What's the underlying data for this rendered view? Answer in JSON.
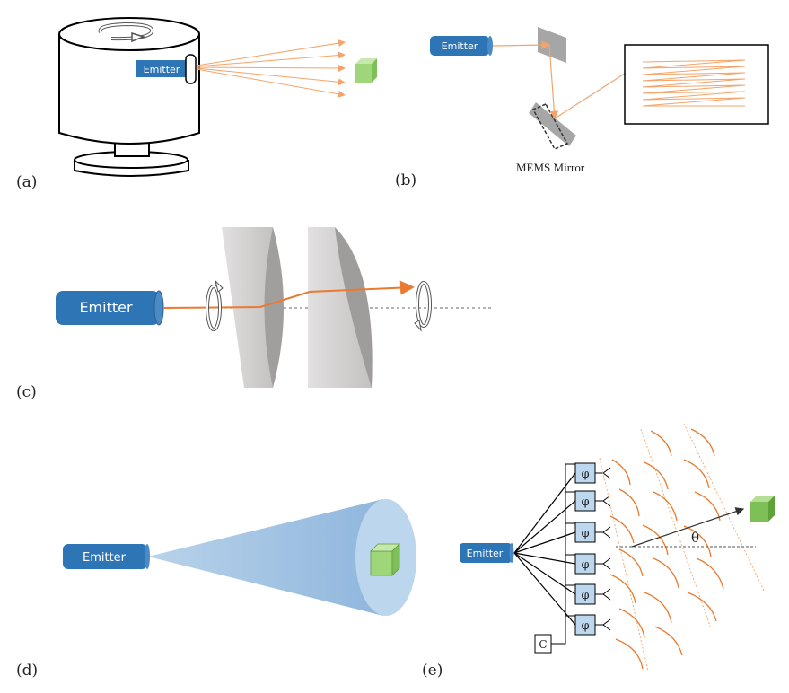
{
  "panels": {
    "a": {
      "label": "(a)",
      "emitter": "Emitter"
    },
    "b": {
      "label": "(b)",
      "emitter": "Emitter",
      "mirror_caption": "MEMS Mirror"
    },
    "c": {
      "label": "(c)",
      "emitter": "Emitter"
    },
    "d": {
      "label": "(d)",
      "emitter": "Emitter"
    },
    "e": {
      "label": "(e)",
      "emitter": "Emitter",
      "phase_symbol": "φ",
      "controller": "C",
      "angle_symbol": "θ"
    }
  },
  "colors": {
    "emitter_blue": "#2e75b6",
    "beam_orange": "#f4a46a",
    "beam_orange_dark": "#e97a2f",
    "cube_green": "#9fd67a",
    "lens_gray": "#c9c6c6",
    "cone_blue": "#9dc3e6",
    "phase_box": "#bdd7ee"
  }
}
